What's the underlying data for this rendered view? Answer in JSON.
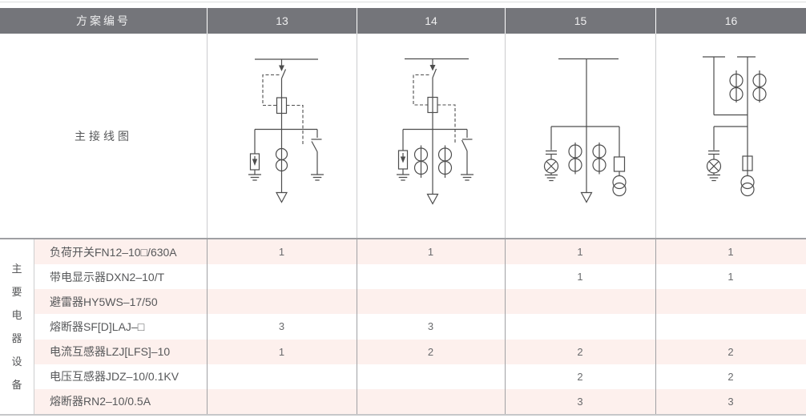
{
  "title_row": {
    "label": "方案编号",
    "schemes": [
      "13",
      "14",
      "15",
      "16"
    ]
  },
  "diagram_row": {
    "label": "主接线图",
    "diagrams": [
      {
        "scheme": "13",
        "symbols": "busbar, load-break switch with interlock (dashed), fuse, surge arrester with earth, current transformer, earthing switch, outgoing feeder arrow"
      },
      {
        "scheme": "14",
        "symbols": "busbar, load-break switch with interlock (dashed), fuse, surge arrester with earth, two current transformers, earthing switch, outgoing feeder arrow"
      },
      {
        "scheme": "15",
        "symbols": "busbar, live-display sensor with lamp and earth, two current transformers, fuse with voltage transformer, outgoing feeder arrow"
      },
      {
        "scheme": "16",
        "symbols": "two incoming busbars, two current transformers, live-display sensor with lamp and earth, fuse with voltage transformer"
      }
    ]
  },
  "equipment": {
    "vertical_label": "主要电器设备",
    "rows": [
      {
        "name": "负荷开关FN12–10□/630A",
        "quantities": [
          "1",
          "1",
          "1",
          "1"
        ]
      },
      {
        "name": "带电显示器DXN2–10/T",
        "quantities": [
          "",
          "",
          "1",
          "1"
        ]
      },
      {
        "name": "避雷器HY5WS–17/50",
        "quantities": [
          "",
          "",
          "",
          ""
        ]
      },
      {
        "name": "熔断器SF[D]LAJ–□",
        "quantities": [
          "3",
          "3",
          "",
          ""
        ]
      },
      {
        "name": "电流互感器LZJ[LFS]–10",
        "quantities": [
          "1",
          "2",
          "2",
          "2"
        ]
      },
      {
        "name": "电压互感器JDZ–10/0.1KV",
        "quantities": [
          "",
          "",
          "2",
          "2"
        ]
      },
      {
        "name": "熔断器RN2–10/0.5A",
        "quantities": [
          "",
          "",
          "3",
          "3"
        ]
      }
    ]
  },
  "colors": {
    "header_bg": "#74757a",
    "header_text": "#eeeeef",
    "row_pink": "#fdf0ed",
    "row_white": "#ffffff",
    "text": "#57585a",
    "line_light": "#cbccce",
    "line_medium": "#9fa0a3",
    "diagram_stroke": "#4d4d4d"
  }
}
